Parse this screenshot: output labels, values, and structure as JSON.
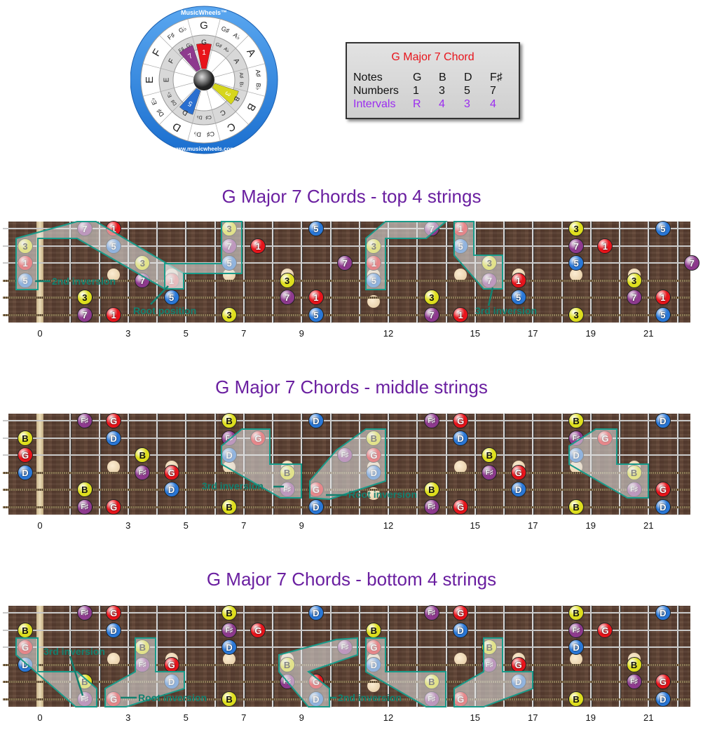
{
  "wheel": {
    "brand": "MusicWheels™",
    "url": "www.musicwheels.com",
    "notes": [
      "G",
      [
        "G♯",
        "A♭"
      ],
      "A",
      [
        "A♯",
        "B♭"
      ],
      "B",
      "C",
      [
        "C♯",
        "D♭"
      ],
      "D",
      [
        "D♯",
        "E♭"
      ],
      "E",
      "F",
      [
        "F♯",
        "G♭"
      ]
    ],
    "wedges": [
      {
        "note_index": 0,
        "label": "1",
        "color": "#e8141b"
      },
      {
        "note_index": 4,
        "label": "3",
        "color": "#d6d61c"
      },
      {
        "note_index": 7,
        "label": "5",
        "color": "#2a6fd0"
      },
      {
        "note_index": 11,
        "label": "7",
        "color": "#8e3a8e"
      }
    ]
  },
  "chord_box": {
    "title": "G Major 7 Chord",
    "rows": [
      {
        "label": "Notes",
        "values": [
          "G",
          "B",
          "D",
          "F♯"
        ]
      },
      {
        "label": "Numbers",
        "values": [
          "1",
          "3",
          "5",
          "7"
        ]
      },
      {
        "label": "Intervals",
        "values": [
          "R",
          "4",
          "3",
          "4"
        ]
      }
    ]
  },
  "tone_colors": {
    "1": "#e8141b",
    "G": "#e8141b",
    "3": "#dede1e",
    "B": "#dede1e",
    "5": "#2a78d8",
    "D": "#2a78d8",
    "7": "#8e3a8e",
    "F♯": "#8e3a8e"
  },
  "fret_labels": [
    "0",
    "3",
    "5",
    "7",
    "9",
    "12",
    "15",
    "17",
    "19",
    "21"
  ],
  "boards": [
    {
      "title": "G Major 7 Chords - top 4 strings",
      "annotations": [
        "2nd inversion",
        "Root position",
        "3rd inversion"
      ],
      "strings": [
        [
          [
            2,
            "7"
          ],
          [
            3,
            "1"
          ],
          [
            7,
            "3"
          ],
          [
            10,
            "5"
          ],
          [
            14,
            "7"
          ],
          [
            15,
            "1"
          ],
          [
            19,
            "3"
          ],
          [
            22,
            "5"
          ]
        ],
        [
          [
            0,
            "3"
          ],
          [
            3,
            "5"
          ],
          [
            7,
            "7"
          ],
          [
            8,
            "1"
          ],
          [
            12,
            "3"
          ],
          [
            15,
            "5"
          ],
          [
            19,
            "7"
          ],
          [
            20,
            "1"
          ]
        ],
        [
          [
            0,
            "1"
          ],
          [
            4,
            "3"
          ],
          [
            7,
            "5"
          ],
          [
            11,
            "7"
          ],
          [
            12,
            "1"
          ],
          [
            16,
            "3"
          ],
          [
            19,
            "5"
          ],
          [
            23,
            "7"
          ]
        ],
        [
          [
            0,
            "5"
          ],
          [
            4,
            "7"
          ],
          [
            5,
            "1"
          ],
          [
            9,
            "3"
          ],
          [
            12,
            "5"
          ],
          [
            16,
            "7"
          ],
          [
            17,
            "1"
          ],
          [
            21,
            "3"
          ]
        ],
        [
          [
            2,
            "3"
          ],
          [
            5,
            "5"
          ],
          [
            9,
            "7"
          ],
          [
            10,
            "1"
          ],
          [
            14,
            "3"
          ],
          [
            17,
            "5"
          ],
          [
            21,
            "7"
          ],
          [
            22,
            "1"
          ]
        ],
        [
          [
            2,
            "7"
          ],
          [
            3,
            "1"
          ],
          [
            7,
            "3"
          ],
          [
            10,
            "5"
          ],
          [
            14,
            "7"
          ],
          [
            15,
            "1"
          ],
          [
            19,
            "3"
          ],
          [
            22,
            "5"
          ]
        ]
      ]
    },
    {
      "title": "G Major 7 Chords - middle strings",
      "annotations": [
        "3rd inversion",
        "Root inversion"
      ],
      "strings": [
        [
          [
            2,
            "F♯"
          ],
          [
            3,
            "G"
          ],
          [
            7,
            "B"
          ],
          [
            10,
            "D"
          ],
          [
            14,
            "F♯"
          ],
          [
            15,
            "G"
          ],
          [
            19,
            "B"
          ],
          [
            22,
            "D"
          ]
        ],
        [
          [
            0,
            "B"
          ],
          [
            3,
            "D"
          ],
          [
            7,
            "F♯"
          ],
          [
            8,
            "G"
          ],
          [
            12,
            "B"
          ],
          [
            15,
            "D"
          ],
          [
            19,
            "F♯"
          ],
          [
            20,
            "G"
          ]
        ],
        [
          [
            0,
            "G"
          ],
          [
            4,
            "B"
          ],
          [
            7,
            "D"
          ],
          [
            11,
            "F♯"
          ],
          [
            12,
            "G"
          ],
          [
            16,
            "B"
          ],
          [
            19,
            "D"
          ]
        ],
        [
          [
            0,
            "D"
          ],
          [
            4,
            "F♯"
          ],
          [
            5,
            "G"
          ],
          [
            9,
            "B"
          ],
          [
            12,
            "D"
          ],
          [
            16,
            "F♯"
          ],
          [
            17,
            "G"
          ],
          [
            21,
            "B"
          ]
        ],
        [
          [
            2,
            "B"
          ],
          [
            5,
            "D"
          ],
          [
            9,
            "F♯"
          ],
          [
            10,
            "G"
          ],
          [
            14,
            "B"
          ],
          [
            17,
            "D"
          ],
          [
            21,
            "F♯"
          ],
          [
            22,
            "G"
          ]
        ],
        [
          [
            2,
            "F♯"
          ],
          [
            3,
            "G"
          ],
          [
            7,
            "B"
          ],
          [
            10,
            "D"
          ],
          [
            14,
            "F♯"
          ],
          [
            15,
            "G"
          ],
          [
            19,
            "B"
          ],
          [
            22,
            "D"
          ]
        ]
      ]
    },
    {
      "title": "G Major 7 Chords - bottom 4 strings",
      "annotations": [
        "3rd inversion",
        "Root inversion",
        "2nd inversion"
      ],
      "strings": [
        [
          [
            2,
            "F♯"
          ],
          [
            3,
            "G"
          ],
          [
            7,
            "B"
          ],
          [
            10,
            "D"
          ],
          [
            14,
            "F♯"
          ],
          [
            15,
            "G"
          ],
          [
            19,
            "B"
          ],
          [
            22,
            "D"
          ]
        ],
        [
          [
            0,
            "B"
          ],
          [
            3,
            "D"
          ],
          [
            7,
            "F♯"
          ],
          [
            8,
            "G"
          ],
          [
            12,
            "B"
          ],
          [
            15,
            "D"
          ],
          [
            19,
            "F♯"
          ],
          [
            20,
            "G"
          ]
        ],
        [
          [
            0,
            "G"
          ],
          [
            4,
            "B"
          ],
          [
            7,
            "D"
          ],
          [
            11,
            "F♯"
          ],
          [
            12,
            "G"
          ],
          [
            16,
            "B"
          ],
          [
            19,
            "D"
          ]
        ],
        [
          [
            0,
            "D"
          ],
          [
            4,
            "F♯"
          ],
          [
            5,
            "G"
          ],
          [
            9,
            "B"
          ],
          [
            12,
            "D"
          ],
          [
            16,
            "F♯"
          ],
          [
            17,
            "G"
          ],
          [
            21,
            "B"
          ]
        ],
        [
          [
            2,
            "B"
          ],
          [
            5,
            "D"
          ],
          [
            9,
            "F♯"
          ],
          [
            10,
            "G"
          ],
          [
            14,
            "B"
          ],
          [
            17,
            "D"
          ],
          [
            21,
            "F♯"
          ],
          [
            22,
            "G"
          ]
        ],
        [
          [
            2,
            "F♯"
          ],
          [
            3,
            "G"
          ],
          [
            7,
            "B"
          ],
          [
            10,
            "D"
          ],
          [
            14,
            "F♯"
          ],
          [
            15,
            "G"
          ],
          [
            19,
            "B"
          ],
          [
            22,
            "D"
          ]
        ]
      ]
    }
  ]
}
